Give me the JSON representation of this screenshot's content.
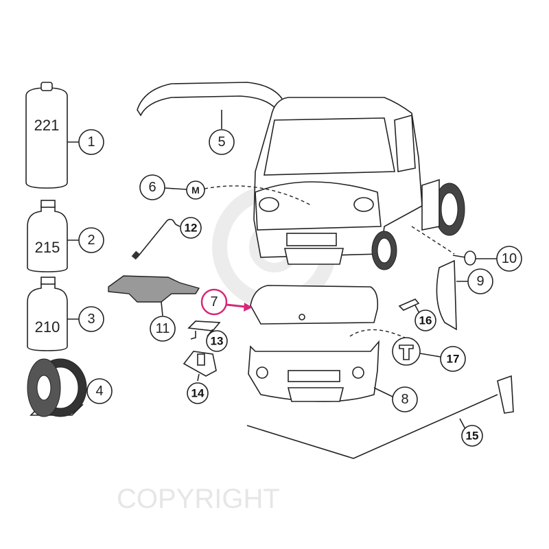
{
  "diagram": {
    "watermark": "COPYRIGHT",
    "highlight_color": "#d6287a",
    "bottles": [
      {
        "label_number": "1",
        "text": "221"
      },
      {
        "label_number": "2",
        "text": "215"
      },
      {
        "label_number": "3",
        "text": "210"
      }
    ],
    "callouts": {
      "c1": "1",
      "c2": "2",
      "c3": "3",
      "c4": "4",
      "c5": "5",
      "c6": "6",
      "c7": "7",
      "c8": "8",
      "c9": "9",
      "c10": "10",
      "c11": "11",
      "c12": "12",
      "c13": "13",
      "c14": "14",
      "c15": "15",
      "c16": "16",
      "c17": "17"
    }
  }
}
